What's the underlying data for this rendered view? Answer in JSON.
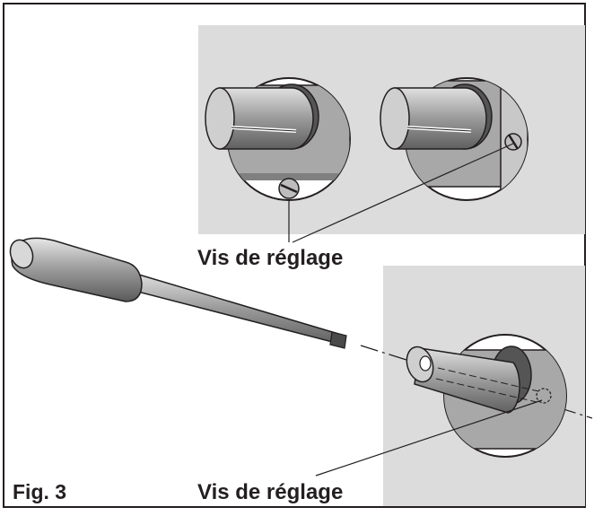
{
  "labels": {
    "adjust_screw_top": "Vis de réglage",
    "adjust_screw_bottom": "Vis de réglage",
    "figure": "Fig. 3"
  },
  "colors": {
    "panel": "#dcdcdc",
    "line": "#231f20",
    "fill_dark": "#808080",
    "fill_mid": "#a8a8a8",
    "fill_light": "#c8c8c8"
  }
}
